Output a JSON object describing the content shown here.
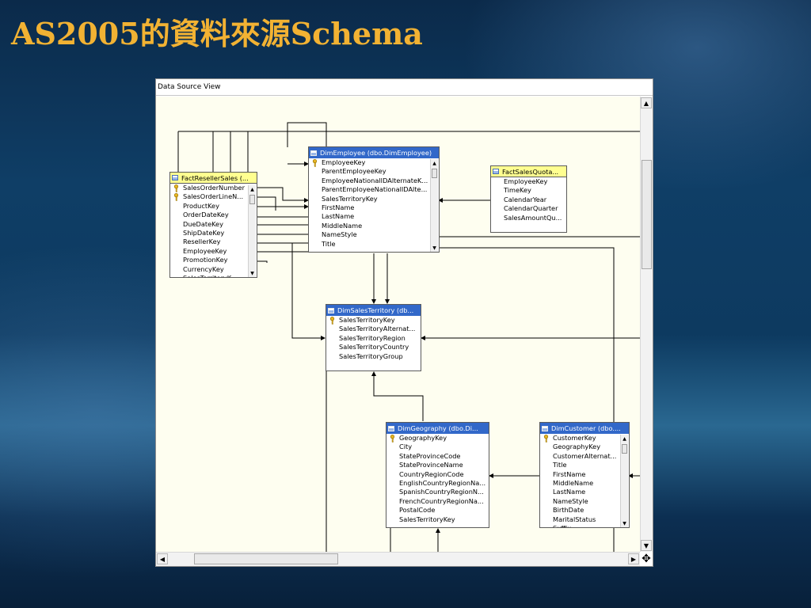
{
  "slide": {
    "title": "AS2005的資料來源Schema"
  },
  "window": {
    "title": "Data Source View"
  },
  "icons": {
    "table": "table-icon",
    "key": "primary-key-icon",
    "scroll_up": "▲",
    "scroll_down": "▼",
    "scroll_left": "◀",
    "scroll_right": "▶",
    "move": "✥"
  },
  "colors": {
    "title_accent": "#f2b233",
    "table_header_blue": "#3268c9",
    "table_header_yellow": "#ffff90",
    "canvas": "#fefef0"
  },
  "tables": {
    "fact_reseller_sales": {
      "title": "FactResellerSales (...",
      "columns": [
        "SalesOrderNumber",
        "SalesOrderLineN...",
        "ProductKey",
        "OrderDateKey",
        "DueDateKey",
        "ShipDateKey",
        "ResellerKey",
        "EmployeeKey",
        "PromotionKey",
        "CurrencyKey",
        "SalesTerritoryK..."
      ]
    },
    "dim_employee": {
      "title": "DimEmployee (dbo.DimEmployee)",
      "columns": [
        "EmployeeKey",
        "ParentEmployeeKey",
        "EmployeeNationalIDAlternateK...",
        "ParentEmployeeNationalIDAlte...",
        "SalesTerritoryKey",
        "FirstName",
        "LastName",
        "MiddleName",
        "NameStyle",
        "Title"
      ]
    },
    "fact_sales_quota": {
      "title": "FactSalesQuota...",
      "columns": [
        "EmployeeKey",
        "TimeKey",
        "CalendarYear",
        "CalendarQuarter",
        "SalesAmountQu..."
      ]
    },
    "dim_sales_territory": {
      "title": "DimSalesTerritory (db...",
      "columns": [
        "SalesTerritoryKey",
        "SalesTerritoryAlternat...",
        "SalesTerritoryRegion",
        "SalesTerritoryCountry",
        "SalesTerritoryGroup"
      ]
    },
    "dim_geography": {
      "title": "DimGeography (dbo.Di...",
      "columns": [
        "GeographyKey",
        "City",
        "StateProvinceCode",
        "StateProvinceName",
        "CountryRegionCode",
        "EnglishCountryRegionNa...",
        "SpanishCountryRegionN...",
        "FrenchCountryRegionNa...",
        "PostalCode",
        "SalesTerritoryKey"
      ]
    },
    "dim_customer": {
      "title": "DimCustomer (dbo....",
      "columns": [
        "CustomerKey",
        "GeographyKey",
        "CustomerAlternat...",
        "Title",
        "FirstName",
        "MiddleName",
        "LastName",
        "NameStyle",
        "BirthDate",
        "MaritalStatus",
        "Suffix"
      ]
    }
  }
}
